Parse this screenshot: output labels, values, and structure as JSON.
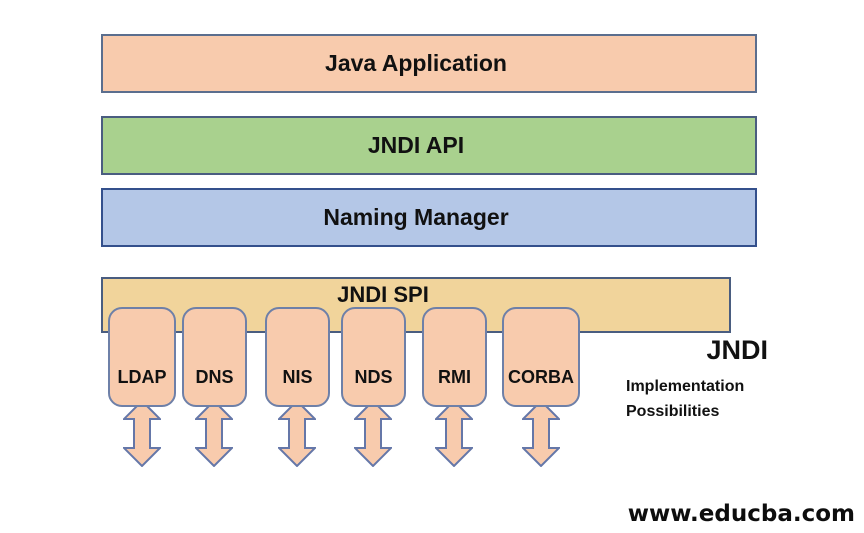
{
  "layers": [
    {
      "id": "java-application",
      "label": "Java Application",
      "fill": "#F8CBAD",
      "border": "#5B6E8E"
    },
    {
      "id": "jndi-api",
      "label": "JNDI API",
      "fill": "#A9D18E",
      "border": "#4A5D80"
    },
    {
      "id": "naming-manager",
      "label": "Naming Manager",
      "fill": "#B4C7E7",
      "border": "#34508C"
    },
    {
      "id": "jndi-spi",
      "label": "JNDI SPI",
      "fill": "#F1D49B",
      "border": "#4A5D80"
    }
  ],
  "providers": [
    {
      "label": "LDAP"
    },
    {
      "label": "DNS"
    },
    {
      "label": "NIS"
    },
    {
      "label": "NDS"
    },
    {
      "label": "RMI"
    },
    {
      "label": "CORBA"
    }
  ],
  "provider_style": {
    "fill": "#F8CBAD",
    "border": "#6E80A8"
  },
  "arrow_style": {
    "fill": "#F8CBAD",
    "border": "#6577A8"
  },
  "side_label": {
    "title": "JNDI",
    "line2": "Implementation",
    "line3": "Possibilities"
  },
  "watermark": "www.educba.com",
  "colors": {
    "background": "#FFFFFF",
    "text": "#111111"
  }
}
